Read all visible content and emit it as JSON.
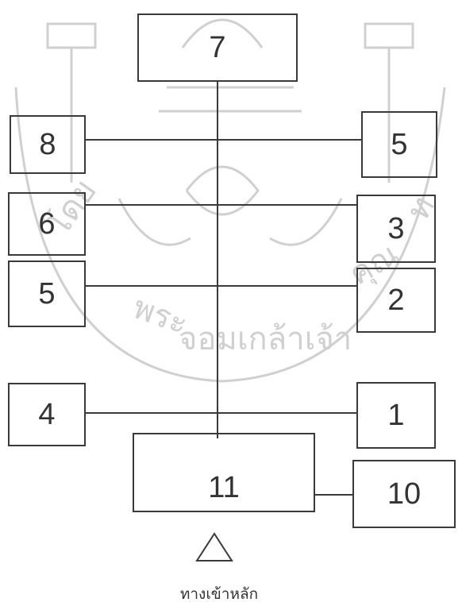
{
  "diagram": {
    "title": "",
    "boxes": {
      "top": "7",
      "left_1": "8",
      "left_2": "6",
      "left_3": "5",
      "left_4": "4",
      "right_1": "5",
      "right_2": "3",
      "right_3": "2",
      "right_4": "1",
      "entrance_hall": "11",
      "side_room": "10"
    },
    "entrance_label": "ทางเข้าหลัก"
  },
  "watermark": {
    "text": "โดยพระจอมเกล้าเจ้าคุณทหาร",
    "color": "#c9c9c9"
  },
  "colors": {
    "line": "#3a3a3a",
    "text": "#333333"
  }
}
